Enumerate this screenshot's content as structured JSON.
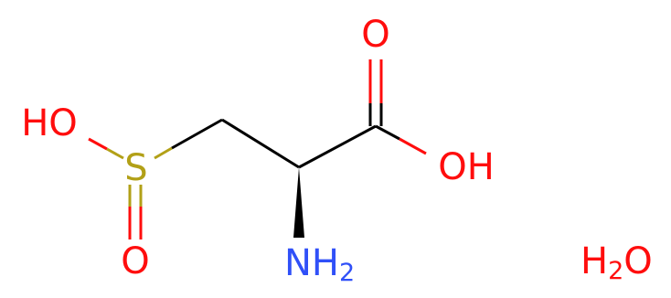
{
  "molecule": {
    "atoms": {
      "o_carbonyl": {
        "symbol": "O",
        "color": "#ff0d0d"
      },
      "o_acid_h": {
        "symbol": "OH",
        "color": "#ff0d0d"
      },
      "o_sulfinic_h": {
        "symbol": "HO",
        "color": "#ff0d0d"
      },
      "s": {
        "symbol": "S",
        "color": "#b2a017"
      },
      "o_sulfinyl": {
        "symbol": "O",
        "color": "#ff0d0d"
      },
      "n": {
        "symbol": "NH",
        "subscript": "2",
        "color": "#3050f8"
      }
    },
    "water": {
      "h": "H",
      "subscript": "2",
      "o": "O",
      "color": "#ff0d0d"
    }
  }
}
